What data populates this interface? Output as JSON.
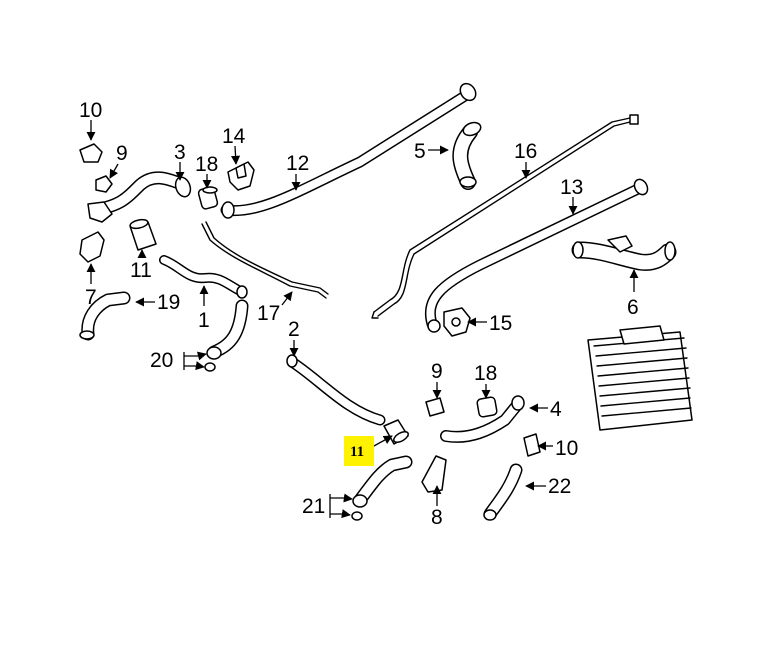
{
  "diagram": {
    "highlight_color": "#FFF200",
    "line_color": "#000000",
    "callouts": [
      {
        "id": "c10a",
        "label": "10"
      },
      {
        "id": "c9a",
        "label": "9"
      },
      {
        "id": "c3",
        "label": "3"
      },
      {
        "id": "c18a",
        "label": "18"
      },
      {
        "id": "c14",
        "label": "14"
      },
      {
        "id": "c12",
        "label": "12"
      },
      {
        "id": "c5",
        "label": "5"
      },
      {
        "id": "c16",
        "label": "16"
      },
      {
        "id": "c13",
        "label": "13"
      },
      {
        "id": "c11a",
        "label": "11"
      },
      {
        "id": "c7",
        "label": "7"
      },
      {
        "id": "c19",
        "label": "19"
      },
      {
        "id": "c1",
        "label": "1"
      },
      {
        "id": "c17",
        "label": "17"
      },
      {
        "id": "c2",
        "label": "2"
      },
      {
        "id": "c20",
        "label": "20"
      },
      {
        "id": "c6",
        "label": "6"
      },
      {
        "id": "c15",
        "label": "15"
      },
      {
        "id": "c9b",
        "label": "9"
      },
      {
        "id": "c18b",
        "label": "18"
      },
      {
        "id": "c4",
        "label": "4"
      },
      {
        "id": "c10b",
        "label": "10"
      },
      {
        "id": "c11b",
        "label": "11",
        "highlighted": true
      },
      {
        "id": "c22",
        "label": "22"
      },
      {
        "id": "c21",
        "label": "21"
      },
      {
        "id": "c8",
        "label": "8"
      }
    ]
  }
}
